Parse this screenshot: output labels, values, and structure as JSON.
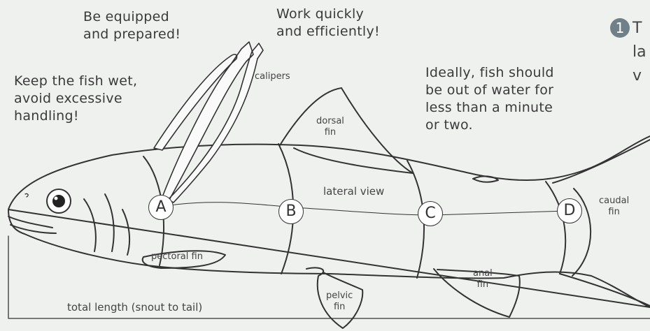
{
  "notes": {
    "equipped": "Be equipped\nand prepared!",
    "quickly": "Work quickly\nand efficiently!",
    "wet": "Keep the fish wet,\navoid excessive\nhandling!",
    "water": "Ideally, fish should\nbe out of water for\nless than a minute\nor two."
  },
  "labels": {
    "calipers": "calipers",
    "dorsal": "dorsal\nfin",
    "lateral": "lateral view",
    "caudal": "caudal\nfin",
    "pectoral": "pectoral fin",
    "pelvic": "pelvic\nfin",
    "anal": "anal\nfin",
    "total_length": "total length (snout to tail)"
  },
  "points": {
    "a": "A",
    "b": "B",
    "c": "C",
    "d": "D"
  },
  "step": {
    "number": "1",
    "text_cut": "T\nla\nv"
  },
  "colors": {
    "background": "#eef1ee",
    "outline": "#333333",
    "step_badge": "#6f8089"
  }
}
